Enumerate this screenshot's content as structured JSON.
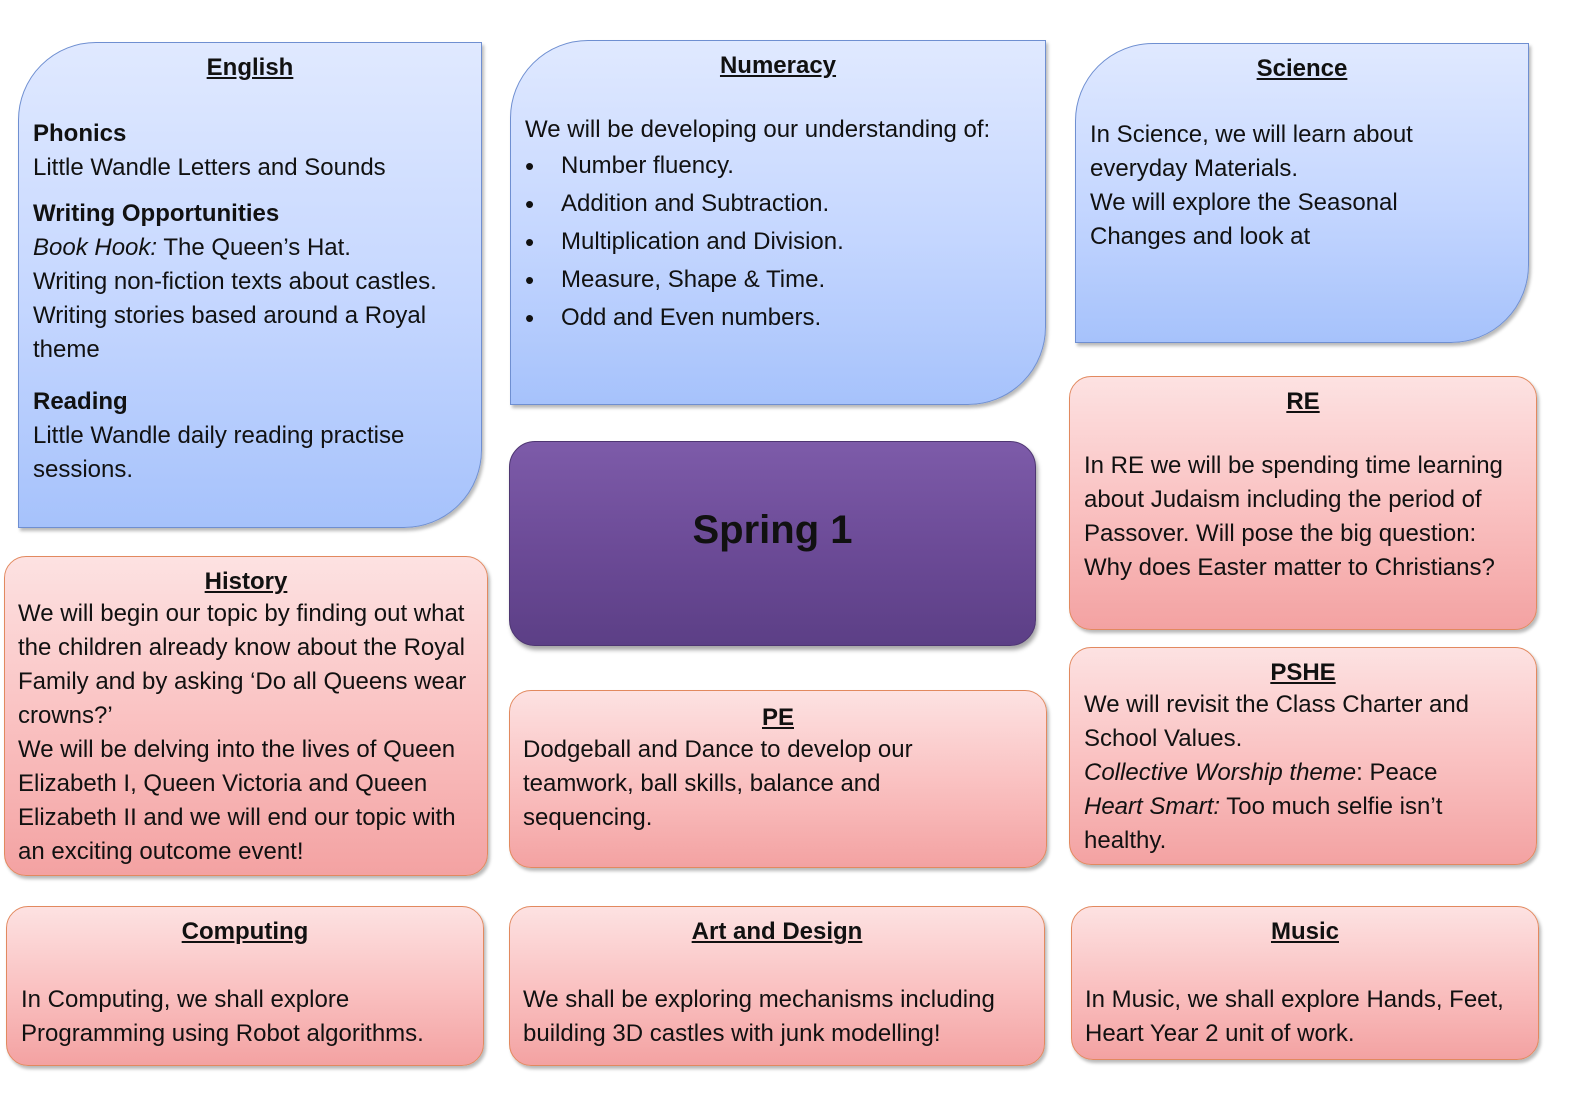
{
  "english": {
    "title": "English",
    "phonics_heading": "Phonics",
    "phonics_text": "Little Wandle Letters and Sounds",
    "writing_heading": "Writing Opportunities",
    "book_hook_label": "Book Hook:",
    "book_hook_text": " The Queen’s Hat.",
    "writing_line1": "Writing non-fiction texts about castles.",
    "writing_line2": "Writing stories based around a Royal theme",
    "reading_heading": "Reading",
    "reading_text": "Little Wandle daily reading practise sessions."
  },
  "numeracy": {
    "title": "Numeracy",
    "intro": "We will be developing our understanding of:",
    "items": [
      "Number fluency.",
      "Addition and Subtraction.",
      "Multiplication and Division.",
      "Measure, Shape & Time.",
      "Odd and Even numbers."
    ]
  },
  "science": {
    "title": "Science",
    "text": "In Science, we will learn about everyday Materials.",
    "text2": "We will explore the Seasonal Changes and look at"
  },
  "centre": {
    "title": "Spring 1"
  },
  "re": {
    "title": "RE",
    "text": "In RE we will be spending time learning about Judaism including the period of Passover. Will pose the big question:",
    "question": "Why does Easter matter to Christians?"
  },
  "history": {
    "title": "History",
    "text1": "We will begin our topic by finding out what the children already know about the Royal Family and by asking ‘Do all Queens wear crowns?’",
    "text2": "We will be delving into the lives of Queen Elizabeth I, Queen Victoria and Queen Elizabeth II and we will end our topic with an exciting outcome event!"
  },
  "pe": {
    "title": "PE",
    "text": "Dodgeball and Dance to develop our teamwork, ball skills, balance and sequencing."
  },
  "pshe": {
    "title": "PSHE",
    "text": "We will revisit the Class Charter and School Values.",
    "worship_label": "Collective Worship theme",
    "worship_text": ": Peace",
    "heart_label": "Heart Smart:",
    "heart_text": " Too much selfie isn’t healthy."
  },
  "computing": {
    "title": "Computing",
    "text": "In Computing, we shall explore Programming using Robot algorithms."
  },
  "art": {
    "title": "Art and Design",
    "text": "We shall be exploring mechanisms including building 3D castles with junk modelling!"
  },
  "music": {
    "title": "Music",
    "text": "In Music, we shall explore Hands, Feet, Heart Year 2 unit of work."
  },
  "colors": {
    "blue_panel": "#c4d6ff",
    "pink_panel": "#f9bcbc",
    "purple_centre": "#6b4a96"
  }
}
